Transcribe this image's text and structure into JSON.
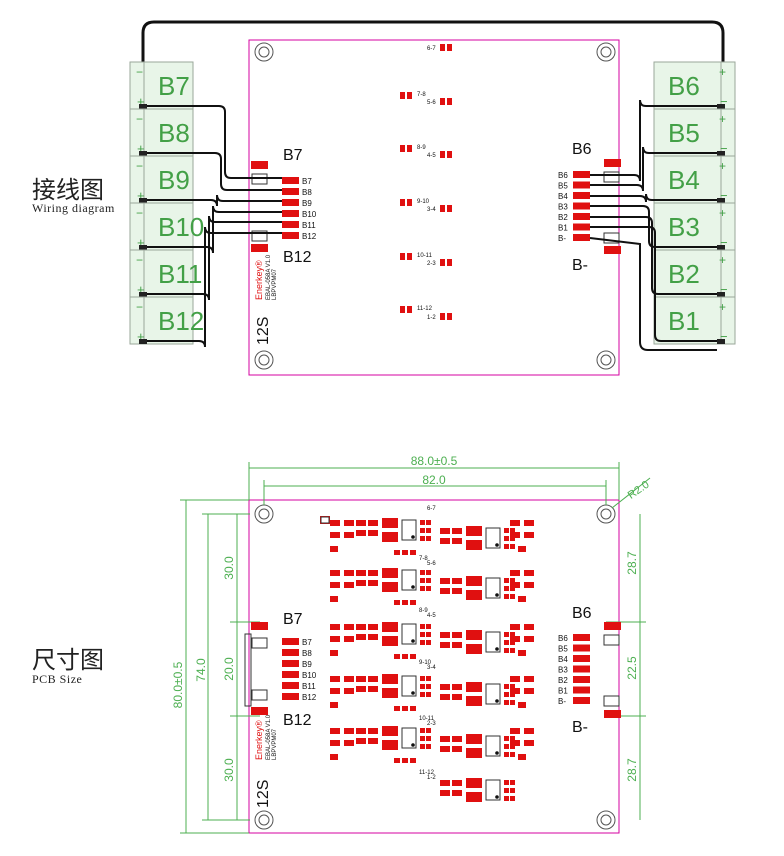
{
  "wiring": {
    "title": "接线图",
    "subtitle": "Wiring diagram",
    "left_batteries": [
      "B7",
      "B8",
      "B9",
      "B10",
      "B11",
      "B12"
    ],
    "right_batteries": [
      "B6",
      "B5",
      "B4",
      "B3",
      "B2",
      "B1"
    ],
    "left_header_top": "B7",
    "left_header_bottom": "B12",
    "left_pins": [
      "B7",
      "B8",
      "B9",
      "B10",
      "B11",
      "B12"
    ],
    "right_header_top": "B6",
    "right_header_bottom": "B-",
    "right_pins": [
      "B6",
      "B5",
      "B4",
      "B3",
      "B2",
      "B1",
      "B-"
    ],
    "board_mark_12s": "12S",
    "brand": "Enerkey®",
    "model_text": [
      "EBAL-058A V1.0",
      "LBPVPM07"
    ],
    "pair_labels": [
      "6-7",
      "7-8",
      "5-6",
      "8-9",
      "4-5",
      "9-10",
      "3-4",
      "10-11",
      "2-3",
      "11-12",
      "1-2"
    ],
    "plus": "+",
    "minus": "−"
  },
  "pcb": {
    "title": "尺寸图",
    "subtitle": "PCB Size",
    "dim_width_outer": "88.0±0.5",
    "dim_width_inner": "82.0",
    "dim_radius": "R2.0",
    "dim_height_outer": "80.0±0.5",
    "dim_height_inner": "74.0",
    "dim_left_segments": [
      "30.0",
      "20.0",
      "30.0"
    ],
    "dim_right_segments": [
      "28.7",
      "22.5",
      "28.7"
    ],
    "left_header_top": "B7",
    "left_header_bottom": "B12",
    "left_pins": [
      "B7",
      "B8",
      "B9",
      "B10",
      "B11",
      "B12"
    ],
    "right_header_top": "B6",
    "right_header_bottom": "B-",
    "right_pins": [
      "B6",
      "B5",
      "B4",
      "B3",
      "B2",
      "B1",
      "B-"
    ],
    "board_mark_12s": "12S",
    "brand": "Enerkey®",
    "model_text": [
      "EBAL-058A V1.0",
      "LBPVPM07"
    ],
    "pair_labels": [
      "6-7",
      "7-8",
      "5-6",
      "8-9",
      "4-5",
      "9-10",
      "3-4",
      "10-11",
      "2-3",
      "11-12",
      "1-2"
    ]
  },
  "colors": {
    "board_outline": "#d400a0",
    "pad": "#e01010",
    "battery_fill": "#e8f5e8",
    "battery_stroke": "#9aa79a",
    "battery_text": "#43a047",
    "wire": "#111111",
    "dimension": "#4caf50"
  }
}
